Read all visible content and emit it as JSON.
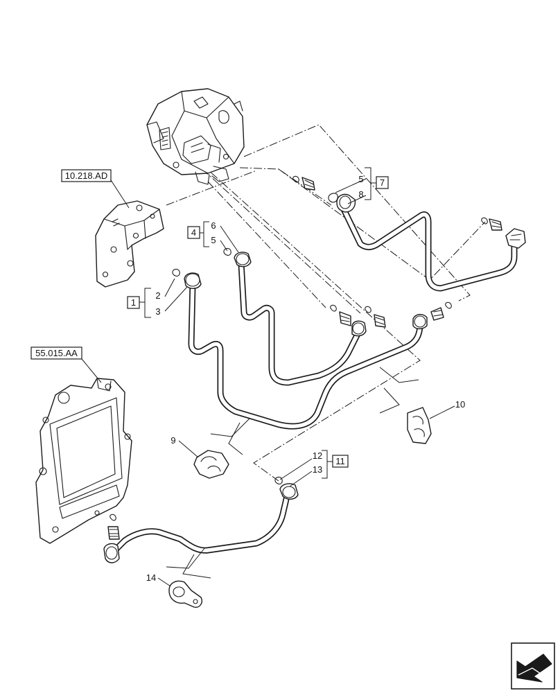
{
  "diagram": {
    "refs": {
      "pump_ref": "10.218.AD",
      "ecu_ref": "55.015.AA"
    },
    "callouts": {
      "c1": "1",
      "c2": "2",
      "c3": "3",
      "c4": "4",
      "c5a": "5",
      "c5b": "5",
      "c6": "6",
      "c7": "7",
      "c8": "8",
      "c9": "9",
      "c10": "10",
      "c11": "11",
      "c12": "12",
      "c13": "13",
      "c14": "14"
    }
  }
}
